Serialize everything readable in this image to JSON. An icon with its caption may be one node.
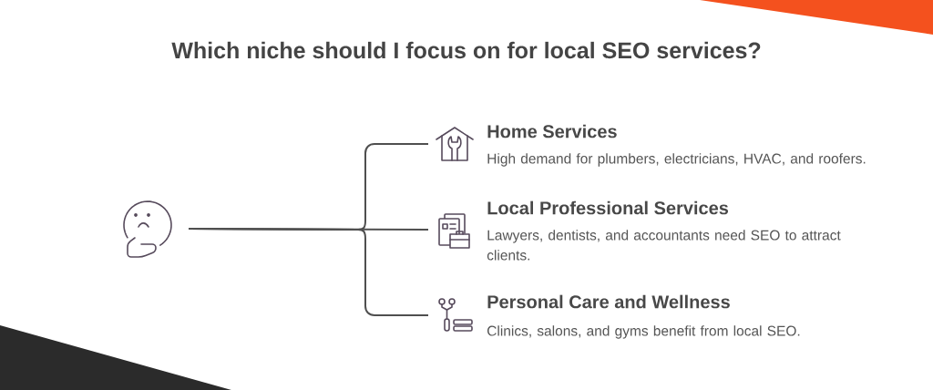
{
  "diagram": {
    "title": "Which niche should I focus on for local SEO services?",
    "nodes": [
      {
        "text": [],
        "shape": "picture"
      },
      {
        "text": [
          "Home Services",
          "High demand for plumbers, electricians, HVAC, and roofers."
        ]
      },
      {
        "text": [
          "Local Professional Services",
          "Lawyers, dentists, and accountants need SEO to attract clients."
        ]
      },
      {
        "text": [
          "Personal Care and Wellness",
          "Clinics, salons, and gyms benefit from local SEO."
        ]
      }
    ],
    "edges": [
      {
        "from": 0,
        "to": 1,
        "arrow": "none"
      },
      {
        "from": 0,
        "to": 2,
        "arrow": "none"
      },
      {
        "from": 0,
        "to": 3,
        "arrow": "none"
      }
    ]
  }
}
